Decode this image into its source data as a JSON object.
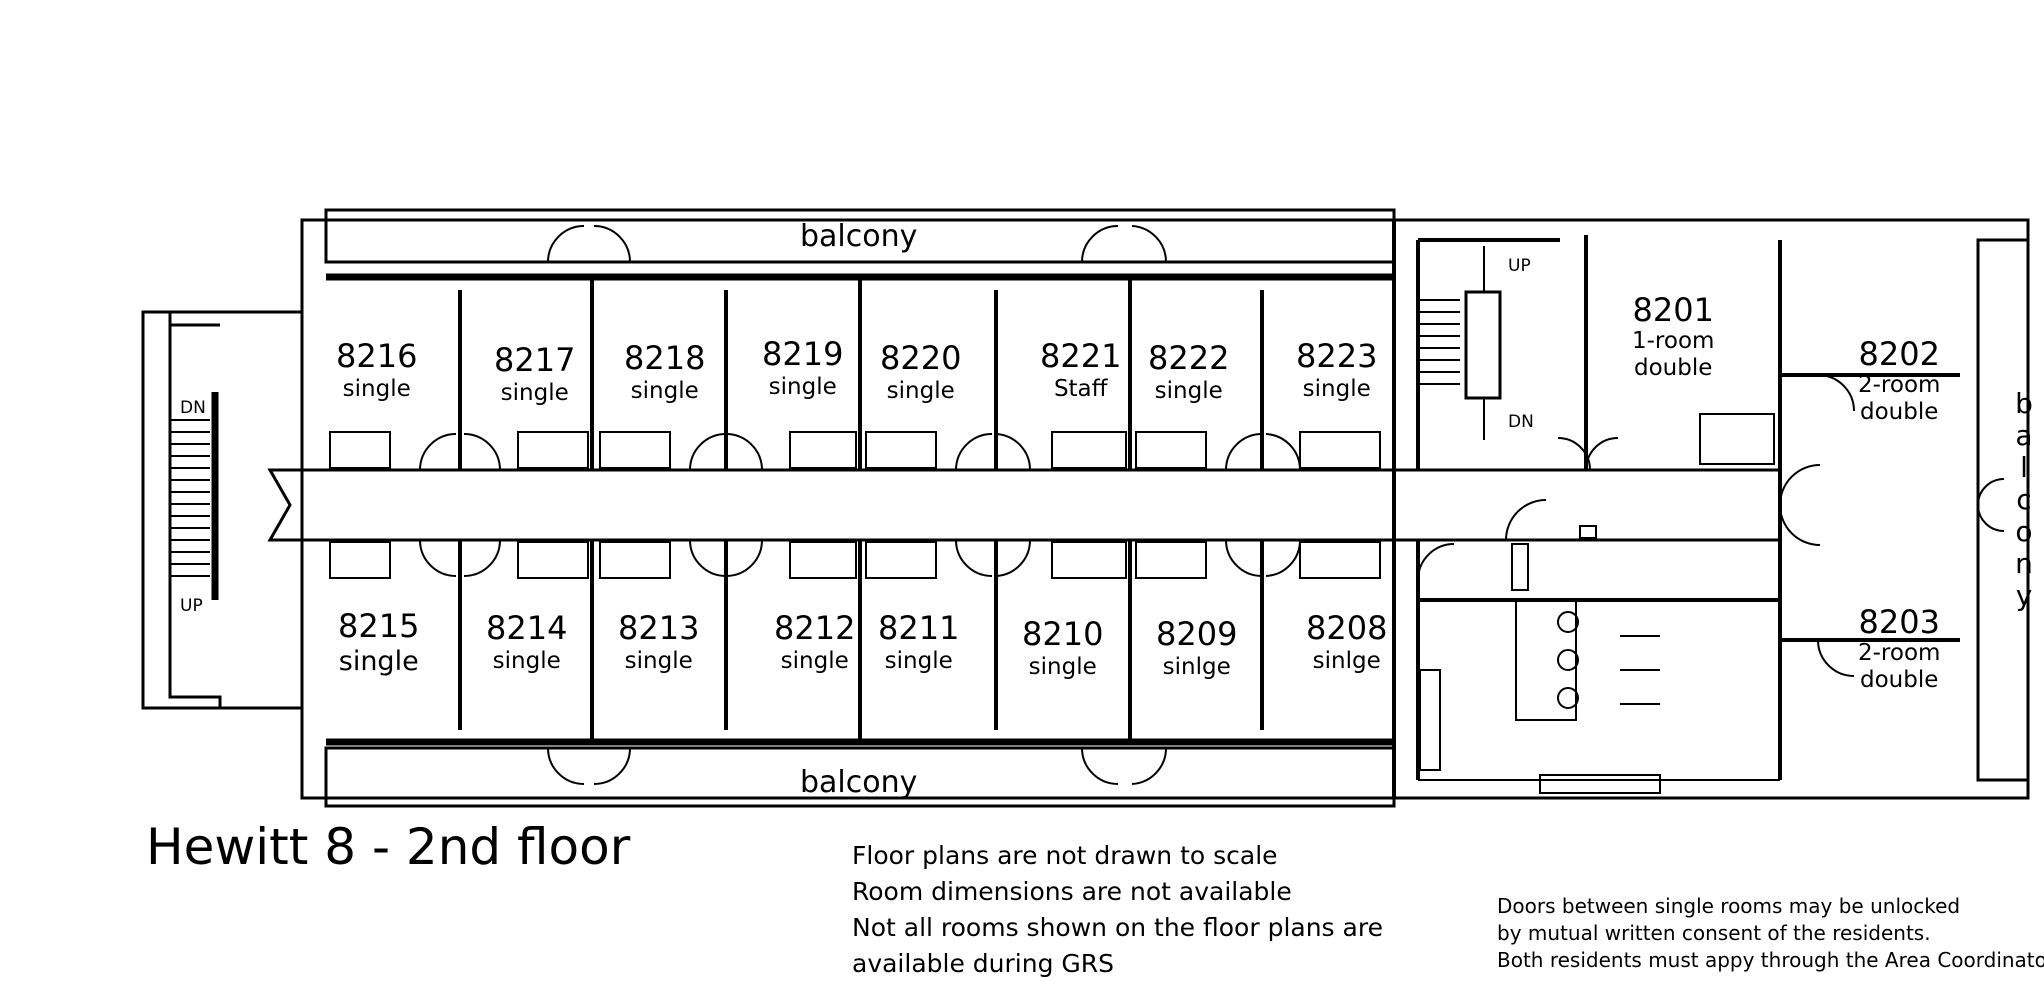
{
  "title": "Hewitt 8 - 2nd floor",
  "balcony_top": "balcony",
  "balcony_bottom": "balcony",
  "balcony_right_letters": [
    "b",
    "a",
    "l",
    "c",
    "o",
    "n",
    "y"
  ],
  "stair_labels": {
    "left_dn": "DN",
    "left_up": "UP",
    "right_up": "UP",
    "right_dn": "DN"
  },
  "rooms": [
    {
      "number": "8216",
      "type": "single"
    },
    {
      "number": "8217",
      "type": "single"
    },
    {
      "number": "8218",
      "type": "single"
    },
    {
      "number": "8219",
      "type": "single"
    },
    {
      "number": "8220",
      "type": "single"
    },
    {
      "number": "8221",
      "type": "Staff"
    },
    {
      "number": "8222",
      "type": "single"
    },
    {
      "number": "8223",
      "type": "single"
    },
    {
      "number": "8201",
      "type": "1-room",
      "type2": "double"
    },
    {
      "number": "8202",
      "type": "2-room",
      "type2": "double"
    },
    {
      "number": "8203",
      "type": "2-room",
      "type2": "double"
    },
    {
      "number": "8215",
      "type": "single"
    },
    {
      "number": "8214",
      "type": "single"
    },
    {
      "number": "8213",
      "type": "single"
    },
    {
      "number": "8212",
      "type": "single"
    },
    {
      "number": "8211",
      "type": "single"
    },
    {
      "number": "8210",
      "type": "single"
    },
    {
      "number": "8209",
      "type": "sinlge"
    },
    {
      "number": "8208",
      "type": "sinlge"
    }
  ],
  "notes": [
    "Floor plans are not drawn to scale",
    "Room dimensions are not available",
    "Not all rooms shown on the floor plans are",
    "available during GRS"
  ],
  "door_notes": [
    "Doors between single rooms may be unlocked",
    "by mutual written consent of the residents.",
    "Both residents must appy through the Area Coordinator"
  ]
}
